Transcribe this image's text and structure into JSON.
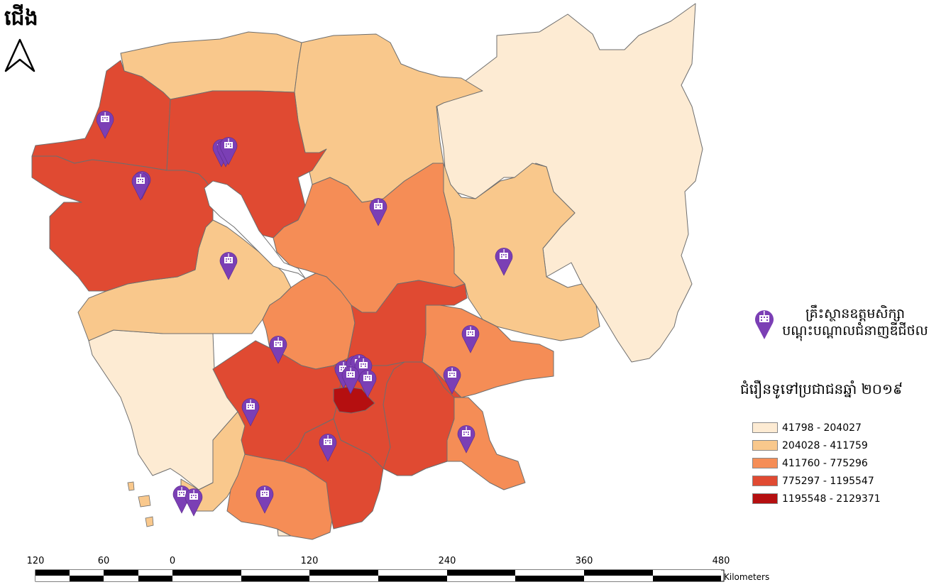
{
  "north": {
    "label": "ជើង",
    "icon": "north-arrow-icon"
  },
  "legend": {
    "marker_label_line1": "គ្រឹះស្ថានឧត្តមសិក្សា",
    "marker_label_line2": "បណ្ដុះបណ្ដាលជំនាញឌីជីថល",
    "marker_icon": "school-pin-icon",
    "marker_color": "#7b3fb5",
    "title": "ជំរឿនទូទៅប្រជាជនឆ្នាំ ២០១៩",
    "classes": [
      {
        "label": "41798 - 204027",
        "color": "#fdebd3"
      },
      {
        "label": "204028 - 411759",
        "color": "#f9c88c"
      },
      {
        "label": "411760 - 775296",
        "color": "#f58d56"
      },
      {
        "label": "775297 - 1195547",
        "color": "#e04a32"
      },
      {
        "label": "1195548 - 2129371",
        "color": "#b50f10"
      }
    ]
  },
  "scale_bar": {
    "ticks": [
      "120",
      "60",
      "0",
      "120",
      "240",
      "360",
      "480"
    ],
    "unit": "Kilometers"
  }
}
